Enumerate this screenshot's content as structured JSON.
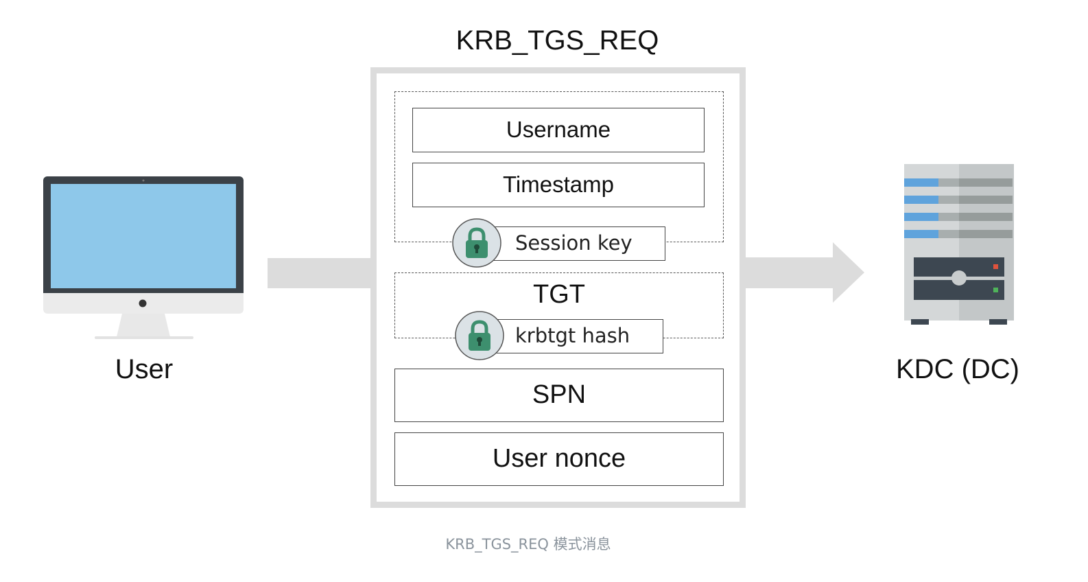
{
  "diagram": {
    "title": "KRB_TGS_REQ",
    "caption": "KRB_TGS_REQ 模式消息",
    "source": {
      "label": "User",
      "icon": "desktop-computer-icon"
    },
    "target": {
      "label": "KDC (DC)",
      "icon": "server-rack-icon"
    },
    "fields": {
      "username": "Username",
      "timestamp": "Timestamp",
      "session_key": "Session key",
      "tgt": "TGT",
      "krbtgt_hash": "krbtgt hash",
      "spn": "SPN",
      "user_nonce": "User nonce"
    },
    "colors": {
      "frame": "#dcdcdc",
      "arrow": "#dcdcdc",
      "screen": "#8ec8ea",
      "lock": "#3d8f6e",
      "server_stripe": "#5fa3dc"
    }
  }
}
